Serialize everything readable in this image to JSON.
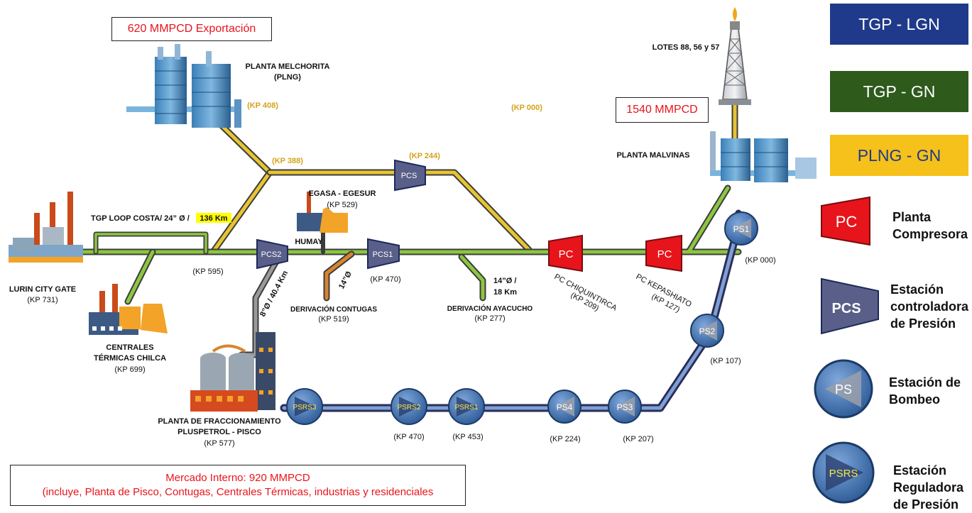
{
  "boxes": {
    "export": "620 MMPCD Exportación",
    "malvinas_flow": "1540 MMPCD",
    "internal_line1": "Mercado Interno: 920 MMPCD",
    "internal_line2": "(incluye, Planta de Pisco, Contugas, Centrales Térmicas,  industrias y residenciales"
  },
  "legend": {
    "lgn": "TGP - LGN",
    "gn": "TGP - GN",
    "plng": "PLNG - GN",
    "pc_symbol": "PC",
    "pc_label_1": "Planta",
    "pc_label_2": "Compresora",
    "pcs_symbol": "PCS",
    "pcs_label_1": "Estación",
    "pcs_label_2": "controladora",
    "pcs_label_3": "de Presión",
    "ps_symbol": "PS",
    "ps_label_1": "Estación de",
    "ps_label_2": "Bombeo",
    "psrs_symbol": "PSRS",
    "psrs_label_1": "Estación",
    "psrs_label_2": "Reguladora",
    "psrs_label_3": "de Presión"
  },
  "colors": {
    "lgn": "#1f3a8a",
    "gn": "#2e5a1c",
    "plng": "#f5c11a",
    "pc": "#e8141b",
    "pcs": "#4b4f7a",
    "pump": "#3a6fb0"
  },
  "places": {
    "melchorita_1": "PLANTA MELCHORITA",
    "melchorita_2": "(PLNG)",
    "kp408": "(KP 408)",
    "kp000_top": "(KP 000)",
    "kp388": "(KP 388)",
    "kp244": "(KP 244)",
    "lotes": "LOTES 88, 56 y 57",
    "malvinas": "PLANTA MALVINAS",
    "egasa": "EGASA - EGESUR",
    "kp529": "(KP 529)",
    "loop_prefix": "TGP LOOP COSTA/ 24” Ø / ",
    "loop_km": "136 Km",
    "humay": "HUMAY",
    "kp595": "(KP 595)",
    "kp470_pcs1": "(KP 470)",
    "lurin": "LURIN CITY GATE",
    "kp731": "(KP 731)",
    "branch8": "8”Ø / 40.4 Km",
    "branch14_contugas": "14”Ø",
    "contugas": "DERIVACIÓN CONTUGAS",
    "kp519": "(KP 519)",
    "ayacucho_spec_1": "14”Ø /",
    "ayacucho_spec_2": "18 Km",
    "ayacucho": "DERIVACIÓN AYACUCHO",
    "kp277": "(KP 277)",
    "chiquintirca_1": "PC CHIQUINTIRCA",
    "chiquintirca_2": "(KP 209)",
    "kepashiato_1": "PC KEPASHIATO",
    "kepashiato_2": "(KP 127)",
    "kp000_ps1": "(KP 000)",
    "kp107": "(KP 107)",
    "chilca_1": "CENTRALES",
    "chilca_2": "TÉRMICAS CHILCA",
    "kp699": "(KP 699)",
    "pisco_1": "PLANTA DE FRACCIONAMIENTO",
    "pisco_2": "PLUSPETROL - PISCO",
    "kp577": "(KP 577)",
    "kp470_psrs2": "(KP 470)",
    "kp453": "(KP 453)",
    "kp224": "(KP 224)",
    "kp207": "(KP 207)"
  },
  "stations": {
    "pcs": "PCS",
    "pcs2": "PCS2",
    "pcs1": "PCS1",
    "pc": "PC",
    "ps1": "PS1",
    "ps2": "PS2",
    "ps3": "PS3",
    "ps4": "PS4",
    "psrs1": "PSRS1",
    "psrs2": "PSRS2",
    "psrs3": "PSRS3"
  }
}
